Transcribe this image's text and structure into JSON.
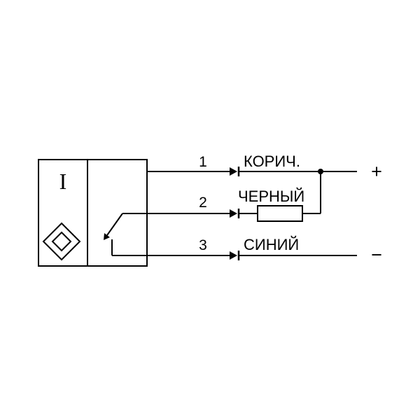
{
  "diagram": {
    "sensor_box": {
      "label": "I"
    },
    "wires": [
      {
        "number": "1",
        "color": "КОРИЧ."
      },
      {
        "number": "2",
        "color": "ЧЕРНЫЙ"
      },
      {
        "number": "3",
        "color": "СИНИЙ"
      }
    ],
    "terminals": {
      "positive": "+",
      "negative": "−"
    },
    "colors": {
      "line": "#000000",
      "background": "#ffffff"
    }
  }
}
